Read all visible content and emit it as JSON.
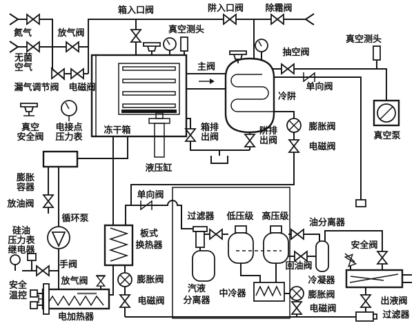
{
  "diagram": {
    "type": "piping-instrumentation-schematic",
    "subject": "冻干机系统流程图",
    "colors": {
      "line": "#141414",
      "background": "#ffffff"
    },
    "labels": {
      "nitrogen": "氮气",
      "vent_valve_top": "放气阀",
      "sterile_air": "无菌\n空气",
      "leak_regulating_valve": "漏气调节阀",
      "solenoid_valve_inlet": "电磁阀",
      "vacuum_safety_valve": "真空\n安全阀",
      "contact_pressure_gauge": "电接点\n压力表",
      "chamber_inlet_valve": "箱入口阀",
      "vacuum_probe_left": "真空测头",
      "trap_inlet_valve": "阱入口阀",
      "defrost_valve": "除霜阀",
      "main_valve": "主阀",
      "freeze_dry_chamber": "冻干箱",
      "hydraulic_cylinder": "液压缸",
      "chamber_discharge_valve": "箱排\n出阀",
      "trap_discharge_valve": "阱排\n出阀",
      "cold_trap": "冷阱",
      "evacuation_valve": "抽空阀",
      "check_valve_vacuum": "单向阀",
      "vacuum_probe_right": "真空测头",
      "vacuum_pump": "真空泵",
      "expansion_valve_trap": "膨胀阀",
      "solenoid_valve_trap": "电磁阀",
      "expansion_vessel": "膨胀\n容器",
      "oil_drain_valve": "放油阀",
      "circulation_pump": "循环泵",
      "silicone_oil_gauge_relay": "硅油\n压力表\n继电器",
      "hand_valve": "手阀",
      "safety_thermostat": "安全\n温控",
      "vent_valve_heater": "放气阀",
      "electric_heater": "电加热器",
      "check_valve_mid": "单向阀",
      "plate_heat_exchanger": "板式\n换热器",
      "expansion_valve_mid": "膨胀阀",
      "solenoid_valve_mid": "电磁阀",
      "suction_filter": "过滤器",
      "low_pressure_stage": "低压级",
      "high_pressure_stage": "高压级",
      "vapor_liquid_separator": "汽液\n分离器",
      "intercooler": "中冷器",
      "oil_separator": "油分离器",
      "oil_return_valve": "回油阀",
      "condenser": "冷凝器",
      "expansion_valve_cond": "膨胀阀",
      "solenoid_valve_cond": "电磁阀",
      "safety_valve": "安全阀",
      "liquid_outlet_valve": "出液阀",
      "liquid_filter": "过滤器"
    }
  }
}
